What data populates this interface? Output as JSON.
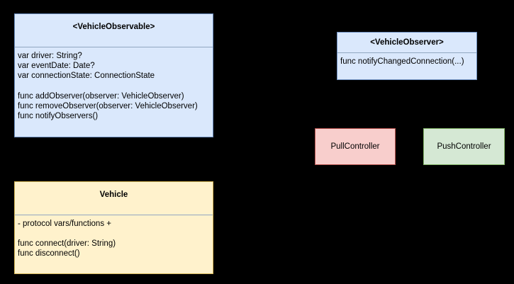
{
  "diagram": {
    "background_color": "#000000",
    "boxes": {
      "vehicle_observable": {
        "title": "<VehicleObservable>",
        "fill_color": "#dae8fc",
        "border_color": "#6c8ebf",
        "attributes": [
          "var driver: String?",
          "var eventDate: Date?",
          "var connectionState: ConnectionState"
        ],
        "methods": [
          "func addObserver(observer: VehicleObserver)",
          "func removeObserver(observer: VehicleObserver)",
          "func notifyObservers()"
        ]
      },
      "vehicle_observer": {
        "title": "<VehicleObserver>",
        "fill_color": "#dae8fc",
        "border_color": "#6c8ebf",
        "methods": [
          "func notifyChangedConnection(...)"
        ]
      },
      "vehicle": {
        "title": "Vehicle",
        "fill_color": "#fff2cc",
        "border_color": "#d6b656",
        "attributes": [
          "- protocol vars/functions +"
        ],
        "methods": [
          "func connect(driver: String)",
          "func disconnect()"
        ]
      },
      "pull_controller": {
        "label": "PullController",
        "fill_color": "#f8cecc",
        "border_color": "#b85450"
      },
      "push_controller": {
        "label": "PushController",
        "fill_color": "#d5e8d4",
        "border_color": "#82b366"
      }
    }
  }
}
